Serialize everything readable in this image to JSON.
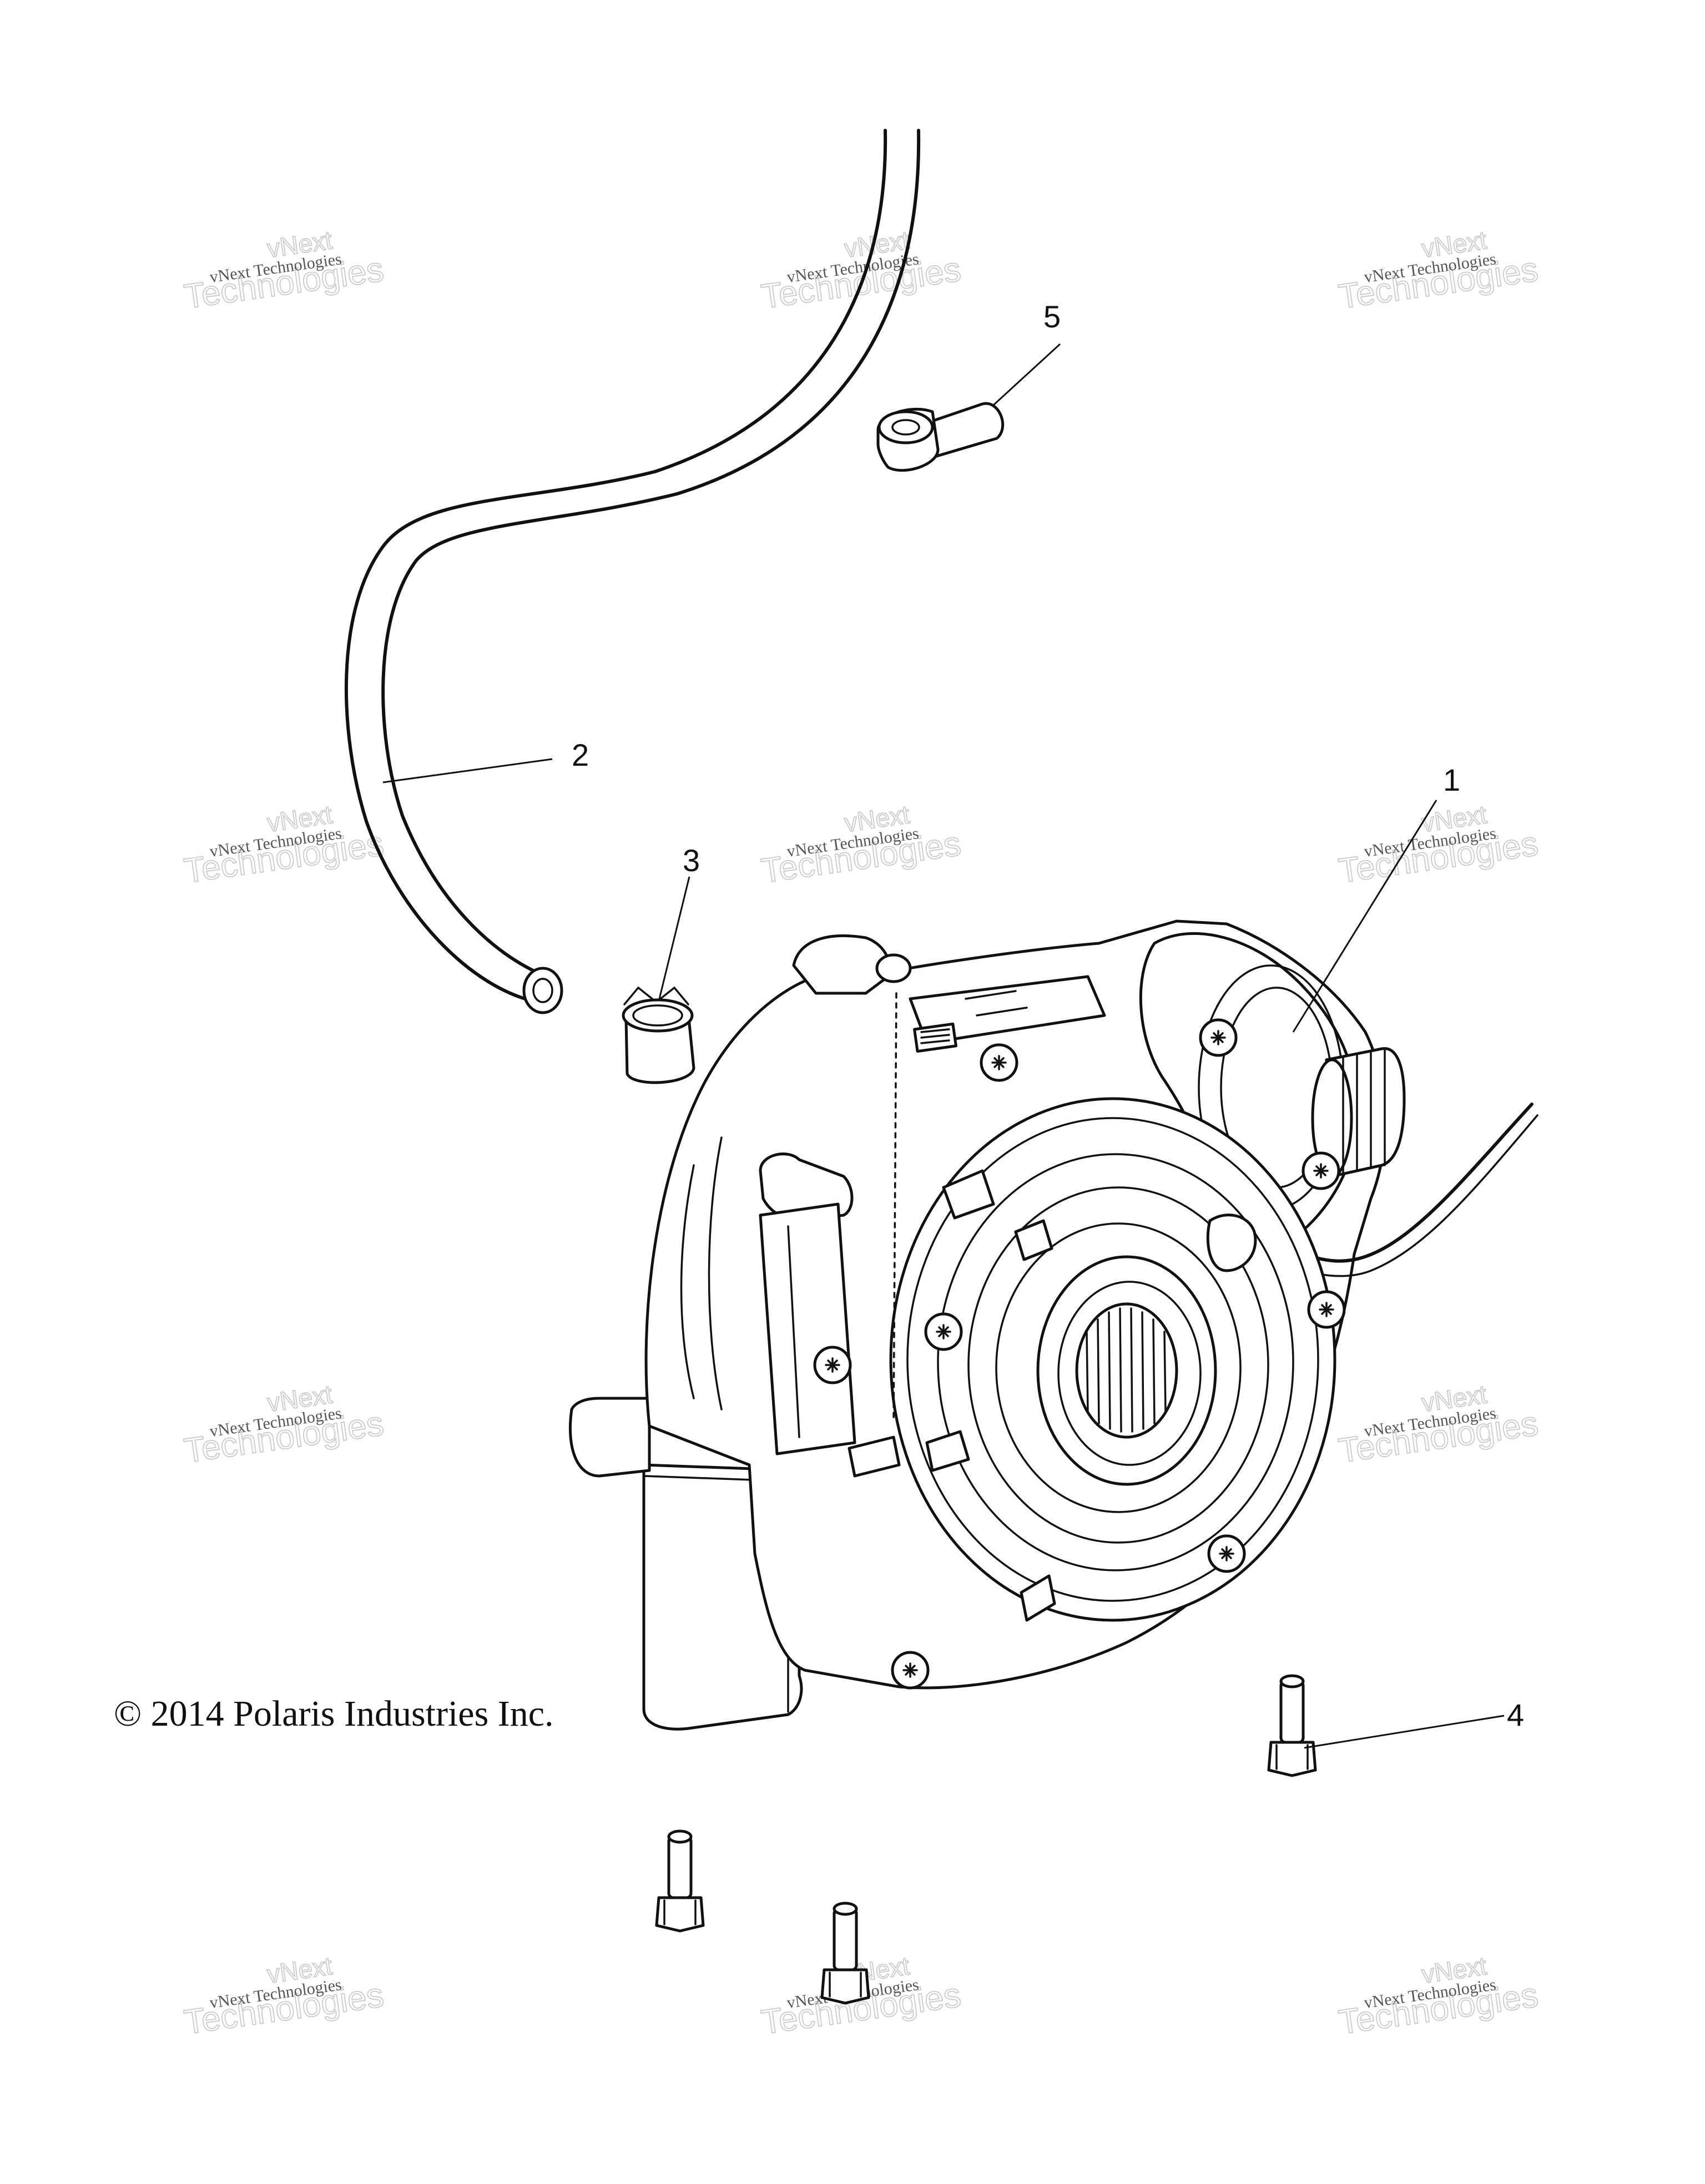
{
  "diagram": {
    "copyright": "© 2014 Polaris Industries Inc.",
    "callouts": [
      {
        "id": "1",
        "label": "1"
      },
      {
        "id": "2",
        "label": "2"
      },
      {
        "id": "3",
        "label": "3"
      },
      {
        "id": "4",
        "label": "4"
      },
      {
        "id": "5",
        "label": "5"
      }
    ],
    "watermark": {
      "line1": "vNext Technologies",
      "line2": "Technologies",
      "line3": "vNext"
    }
  }
}
